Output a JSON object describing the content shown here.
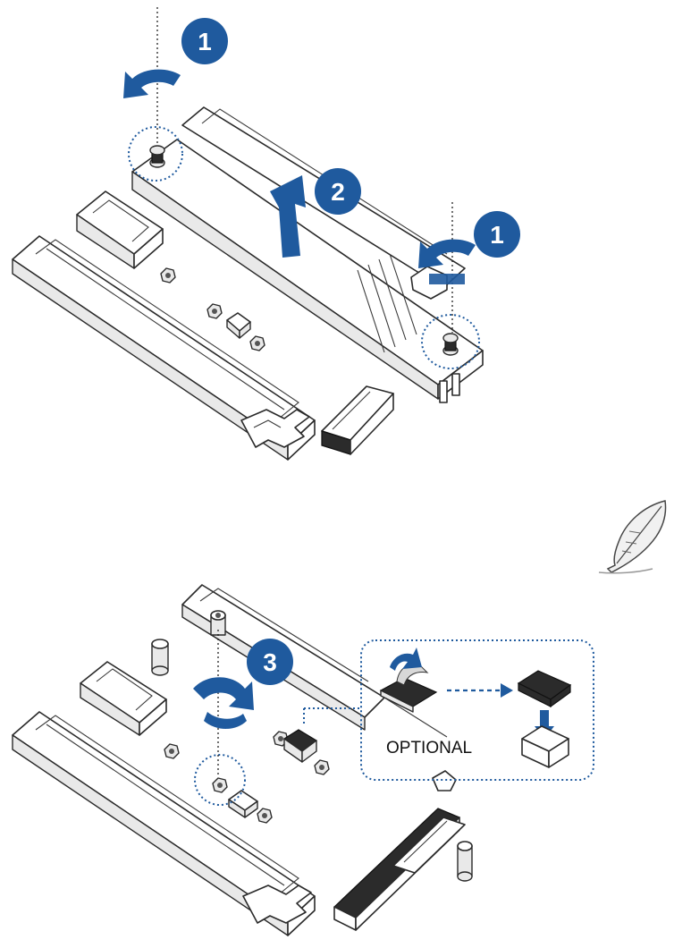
{
  "diagram": {
    "steps": {
      "step1_top": "1",
      "step1_right": "1",
      "step2": "2",
      "step3": "3"
    },
    "optional_label": "OPTIONAL",
    "colors": {
      "accent": "#1f5a9e",
      "line": "#2a2a2a",
      "pad_dark": "#2b2b2b"
    },
    "icons": {
      "note": "feather-quill-icon",
      "rotate": "counterclockwise-arrow-icon",
      "lift": "up-arrow-icon"
    }
  }
}
